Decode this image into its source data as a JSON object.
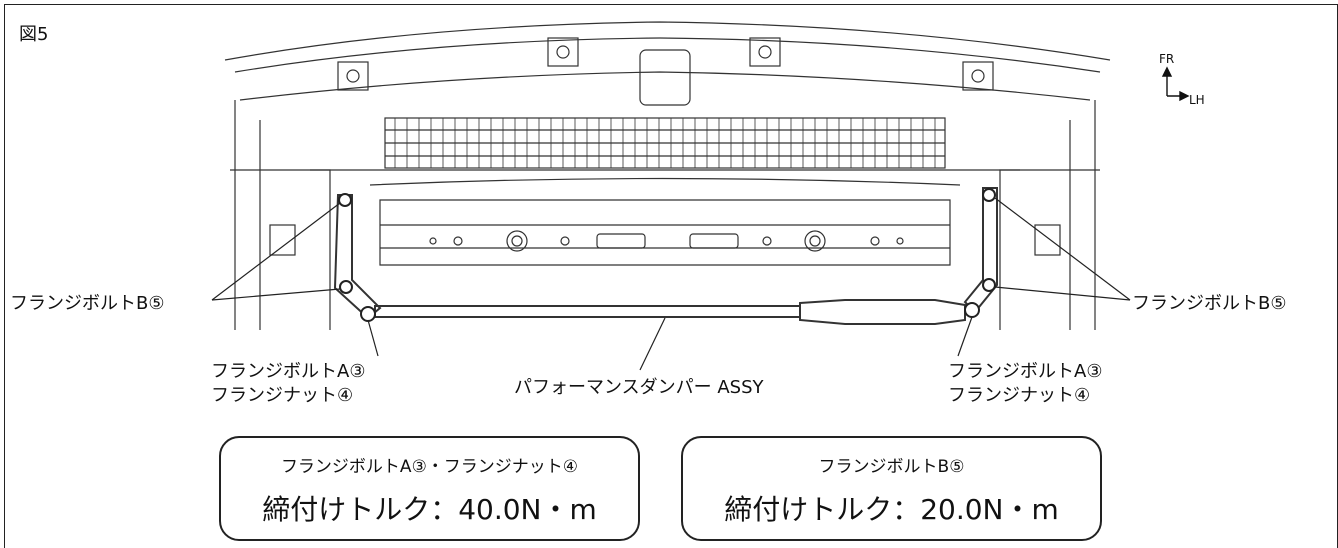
{
  "figure": {
    "label": "図5",
    "orientation": {
      "front": "FR",
      "left": "LH"
    }
  },
  "callouts": {
    "left_bolt_b": "フランジボルトB⑤",
    "right_bolt_b": "フランジボルトB⑤",
    "left_bolt_a": "フランジボルトA③",
    "left_nut": "フランジナット④",
    "right_bolt_a": "フランジボルトA③",
    "right_nut": "フランジナット④",
    "damper": "パフォーマンスダンパー ASSY"
  },
  "torque_boxes": [
    {
      "title": "フランジボルトA③・フランジナット④",
      "torque": "締付けトルク：40.0N・m"
    },
    {
      "title": "フランジボルトB⑤",
      "torque": "締付けトルク：20.0N・m"
    }
  ]
}
